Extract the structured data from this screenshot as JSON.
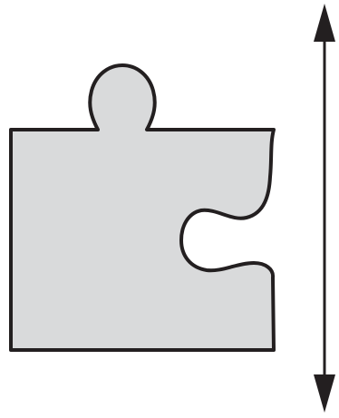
{
  "figure": {
    "puzzle_piece": {
      "fill": "#d9dadb",
      "stroke": "#231f20",
      "tab_top": "outward",
      "tab_right": "inward"
    },
    "measurement_arrow": {
      "orientation": "vertical",
      "heads": "both",
      "color": "#231f20"
    }
  }
}
